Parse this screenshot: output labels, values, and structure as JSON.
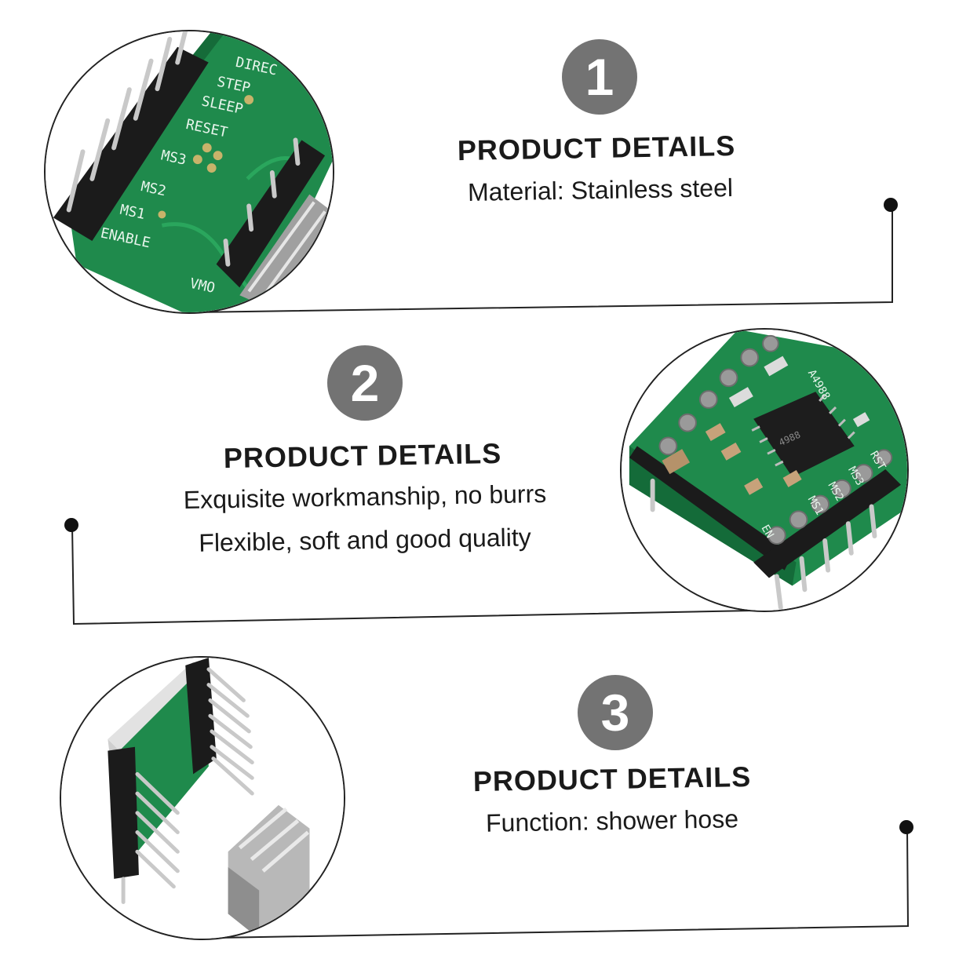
{
  "sections": [
    {
      "number": "1",
      "title": "PRODUCT DETAILS",
      "lines": [
        "Material: Stainless steel"
      ]
    },
    {
      "number": "2",
      "title": "PRODUCT DETAILS",
      "lines": [
        "Exquisite workmanship, no burrs",
        "Flexible, soft and good quality"
      ]
    },
    {
      "number": "3",
      "title": "PRODUCT DETAILS",
      "lines": [
        "Function: shower hose"
      ]
    }
  ],
  "board_labels": {
    "closeup_1": [
      "DIREC",
      "STEP",
      "SLEEP",
      "RESET",
      "MS3",
      "MS2",
      "MS1",
      "ENABLE",
      "VMO"
    ],
    "closeup_2": [
      "A4988",
      "EN",
      "MS1",
      "MS2",
      "MS3",
      "RST"
    ]
  },
  "colors": {
    "badge": "#737373",
    "pcb": "#1f8a4c",
    "pcb_dark": "#146b39",
    "header_black": "#1b1b1b",
    "pin_silver": "#bfbfbf",
    "line": "#222222"
  }
}
